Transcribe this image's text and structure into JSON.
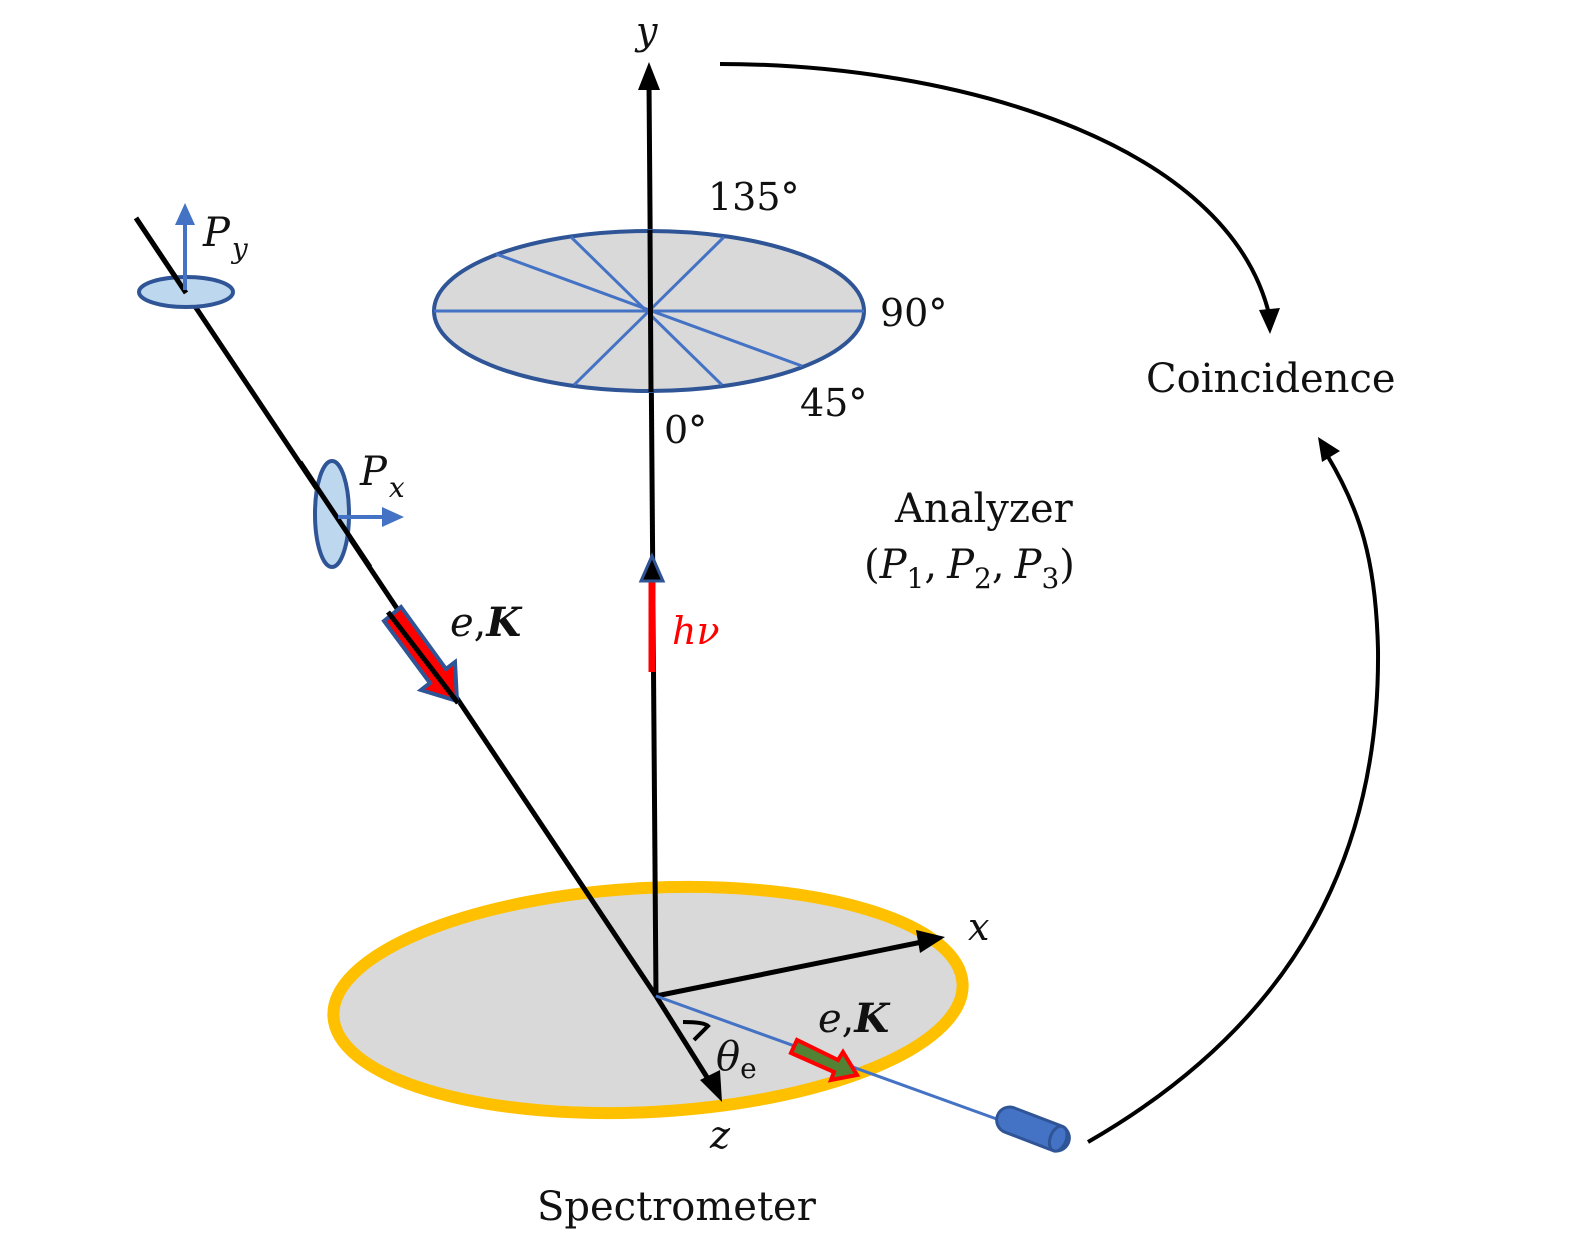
{
  "diagram": {
    "type": "experimental-geometry-schematic",
    "axes": {
      "y_label": "y",
      "x_label": "x",
      "z_label": "z"
    },
    "analyzer_disk": {
      "angle_labels": [
        "0°",
        "45°",
        "90°",
        "135°"
      ],
      "title": "Analyzer",
      "params_open": "(",
      "params": [
        {
          "base": "P",
          "sub": "1"
        },
        {
          "base": "P",
          "sub": "2"
        },
        {
          "base": "P",
          "sub": "3"
        }
      ],
      "params_close": ")",
      "separator": ","
    },
    "incoming_electron": {
      "label_e": "e",
      "label_comma": ",",
      "label_K": "K"
    },
    "outgoing_electron": {
      "label_e": "e",
      "label_comma": ",",
      "label_K": "K"
    },
    "photon": {
      "label": "hν"
    },
    "polarization": {
      "py_base": "P",
      "py_sub": "y",
      "px_base": "P",
      "px_sub": "x"
    },
    "angle": {
      "theta": "θ",
      "theta_sub": "e"
    },
    "coincidence_label": "Coincidence",
    "spectrometer_label": "Spectrometer",
    "colors": {
      "axis": "#000000",
      "disk_fill": "#d9d9d9",
      "disk_edge_blue": "#2f5597",
      "spoke_blue": "#4472c4",
      "spectrometer_ring": "#ffc000",
      "photon_red": "#ff0000",
      "arrow_red": "#ff0000",
      "arrow_green": "#548235",
      "polarizer_fill": "#bdd7ee"
    }
  }
}
